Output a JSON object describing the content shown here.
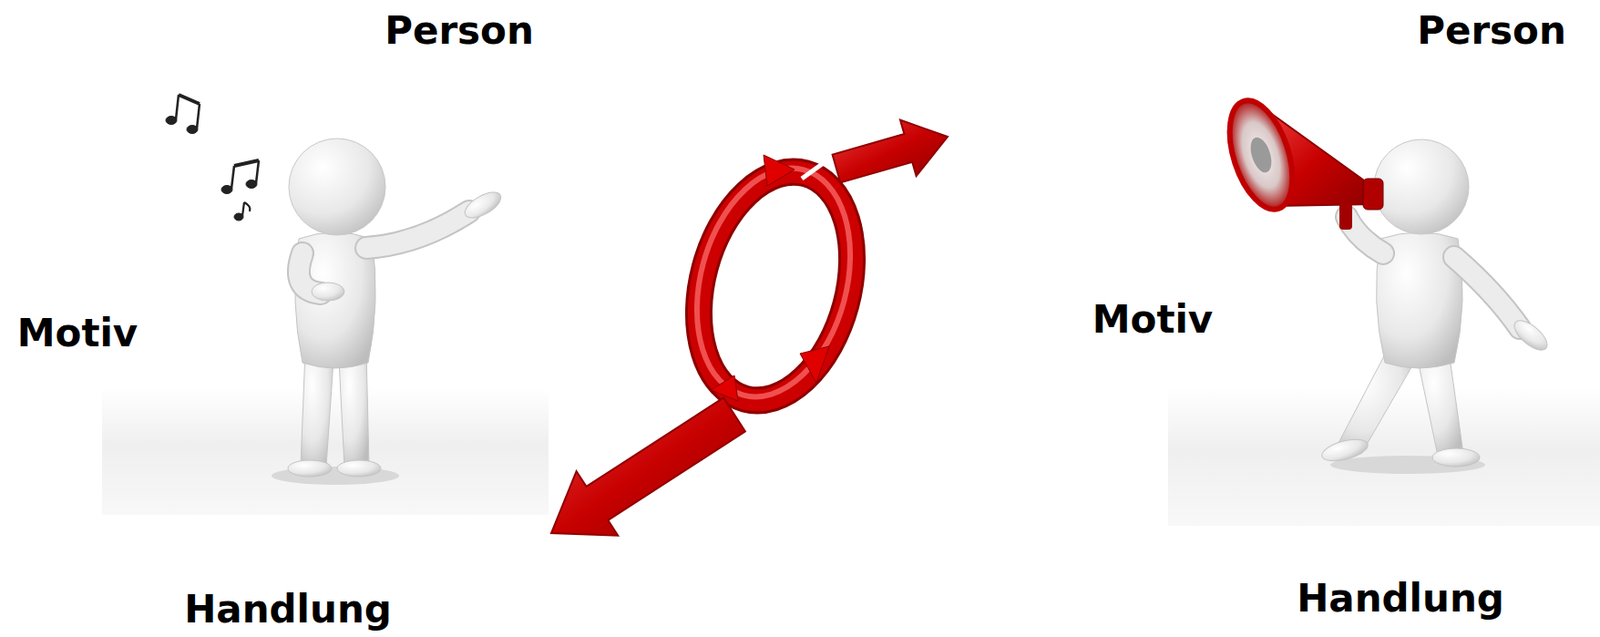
{
  "diagram": {
    "labels": [
      "Person",
      "Person",
      "Motiv",
      "Motiv",
      "Handlung",
      "Handlung"
    ]
  }
}
